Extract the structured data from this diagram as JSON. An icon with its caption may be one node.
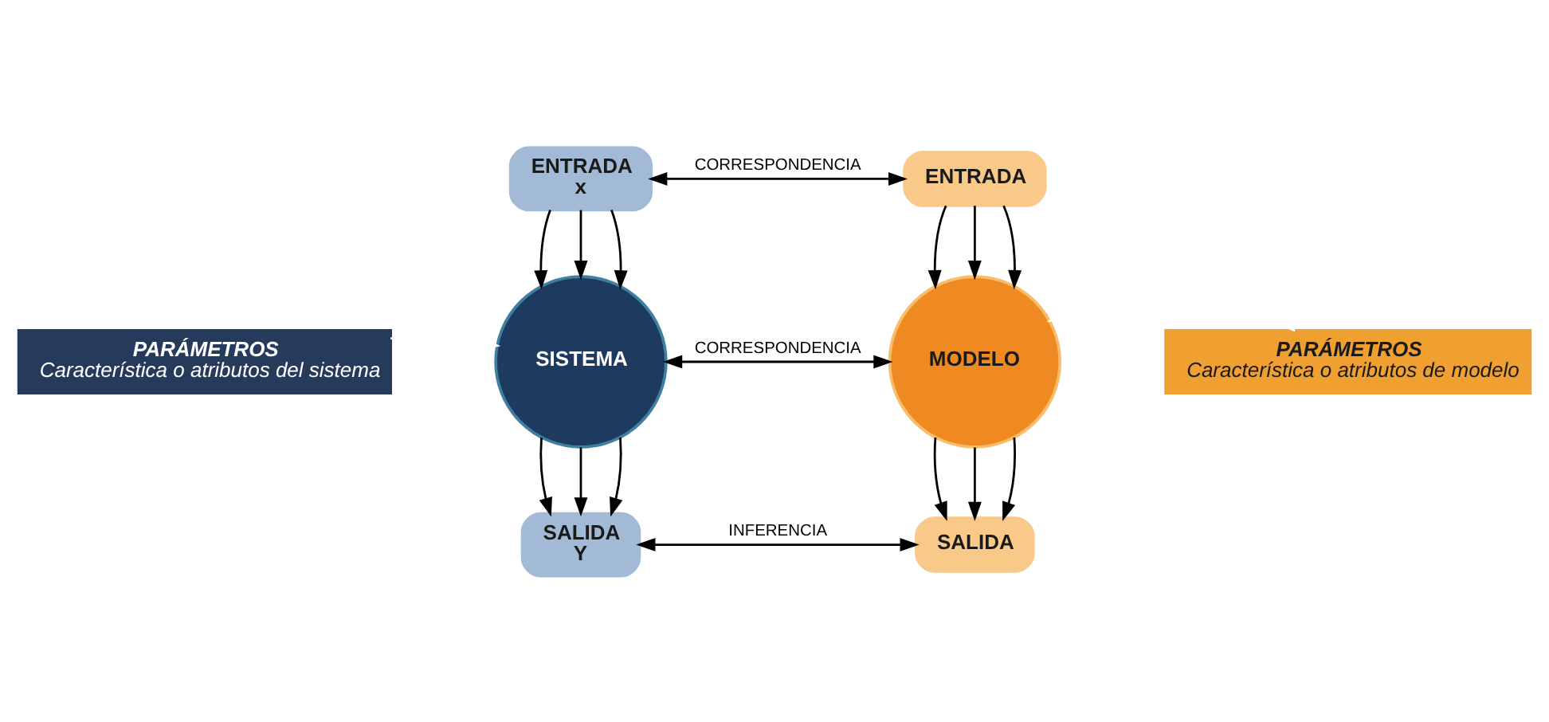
{
  "diagram": {
    "nodes": [
      {
        "text": [
          "ENTRADA",
          "x"
        ]
      },
      {
        "text": [
          "ENTRADA"
        ]
      },
      {
        "text": [
          "PARÁMETROS",
          "Característica o atributos del sistema"
        ]
      },
      {
        "text": [
          "SISTEMA"
        ]
      },
      {
        "text": [
          "MODELO"
        ]
      },
      {
        "text": [
          "PARÁMETROS",
          "Característica o atributos de modelo"
        ]
      },
      {
        "text": [
          "SALIDA",
          "Y"
        ]
      },
      {
        "text": [
          "SALIDA"
        ]
      }
    ],
    "edges": [
      {
        "from": 0,
        "to": 1,
        "arrow": "both",
        "label": "CORRESPONDENCIA"
      },
      {
        "from": 0,
        "to": 3,
        "arrow": "to"
      },
      {
        "from": 0,
        "to": 3,
        "arrow": "to"
      },
      {
        "from": 0,
        "to": 3,
        "arrow": "to"
      },
      {
        "from": 1,
        "to": 4,
        "arrow": "to"
      },
      {
        "from": 1,
        "to": 4,
        "arrow": "to"
      },
      {
        "from": 1,
        "to": 4,
        "arrow": "to"
      },
      {
        "from": 2,
        "to": 3,
        "arrow": "to",
        "color": "#ffffff"
      },
      {
        "from": 3,
        "to": 4,
        "arrow": "both",
        "label": "CORRESPONDENCIA"
      },
      {
        "from": 5,
        "to": 4,
        "arrow": "to",
        "color": "#ffffff"
      },
      {
        "from": 3,
        "to": 6,
        "arrow": "to"
      },
      {
        "from": 3,
        "to": 6,
        "arrow": "to"
      },
      {
        "from": 3,
        "to": 6,
        "arrow": "to"
      },
      {
        "from": 4,
        "to": 7,
        "arrow": "to"
      },
      {
        "from": 4,
        "to": 7,
        "arrow": "to"
      },
      {
        "from": 4,
        "to": 7,
        "arrow": "to"
      },
      {
        "from": 6,
        "to": 7,
        "arrow": "both",
        "label": "INFERENCIA"
      }
    ]
  }
}
